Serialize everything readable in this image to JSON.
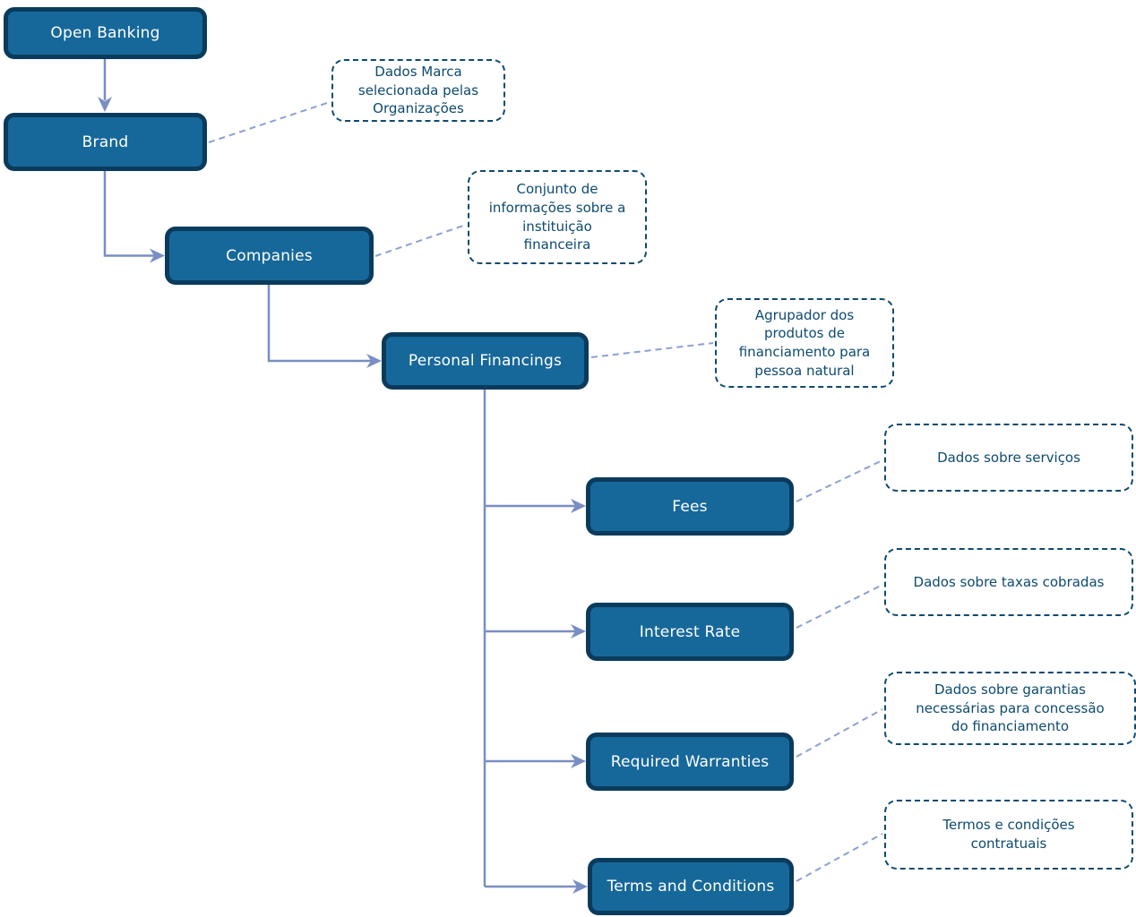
{
  "diagram": {
    "nodes": [
      {
        "id": "open-banking",
        "label": "Open Banking"
      },
      {
        "id": "brand",
        "label": "Brand"
      },
      {
        "id": "companies",
        "label": "Companies"
      },
      {
        "id": "personal-financings",
        "label": "Personal Financings"
      },
      {
        "id": "fees",
        "label": "Fees"
      },
      {
        "id": "interest-rate",
        "label": "Interest Rate"
      },
      {
        "id": "required-warranties",
        "label": "Required Warranties"
      },
      {
        "id": "terms-and-conditions",
        "label": "Terms and Conditions"
      }
    ],
    "annotations": [
      {
        "for": "brand",
        "text": "Dados Marca\nselecionada pelas\nOrganizações"
      },
      {
        "for": "companies",
        "text": "Conjunto de\ninformações sobre a\ninstituição\nfinanceira"
      },
      {
        "for": "personal-financings",
        "text": "Agrupador dos\nprodutos de\nfinanciamento para\npessoa natural"
      },
      {
        "for": "fees",
        "text": "Dados sobre serviços"
      },
      {
        "for": "interest-rate",
        "text": "Dados sobre taxas cobradas"
      },
      {
        "for": "required-warranties",
        "text": "Dados sobre garantias\nnecessárias para concessão\ndo financiamento"
      },
      {
        "for": "terms-and-conditions",
        "text": "Termos e condições\ncontratuais"
      }
    ],
    "colors": {
      "node_fill": "#17689A",
      "node_border": "#0A3B5C",
      "node_text": "#FFFFFF",
      "annotation_border": "#0D4A70",
      "annotation_text": "#0D4A70",
      "connector_solid": "#7A8EC4",
      "connector_dashed": "#8CA0D2",
      "background": "#FFFFFF"
    }
  }
}
